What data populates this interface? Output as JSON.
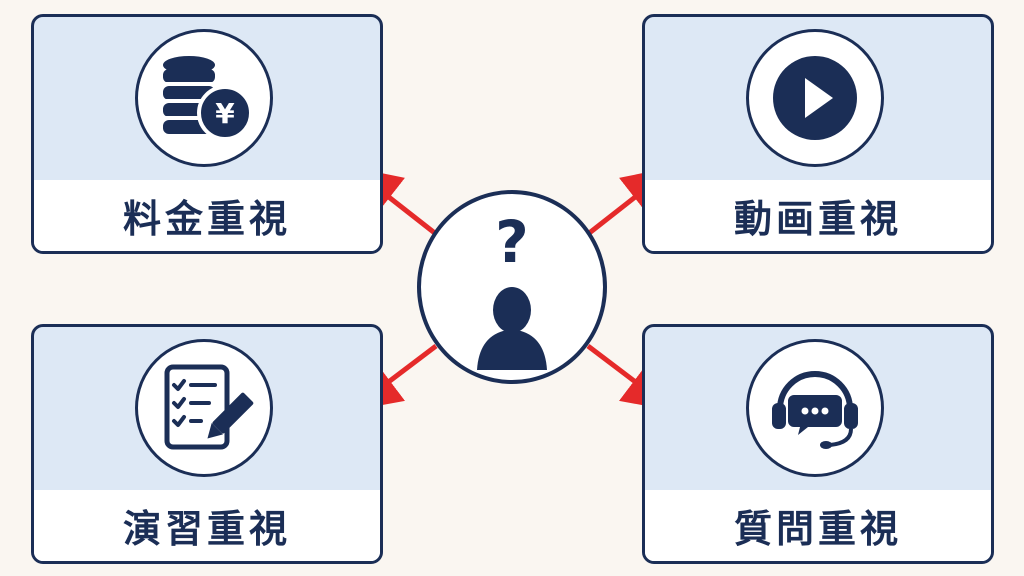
{
  "cards": [
    {
      "label": "料金重視",
      "icon": "coins-yen-icon"
    },
    {
      "label": "動画重視",
      "icon": "play-icon"
    },
    {
      "label": "演習重視",
      "icon": "checklist-pencil-icon"
    },
    {
      "label": "質問重視",
      "icon": "headset-chat-icon"
    }
  ],
  "center": {
    "question_mark": "?",
    "icon": "person-question-icon"
  },
  "yen_symbol": "¥",
  "colors": {
    "navy": "#1b2e56",
    "panel": "#dde8f5",
    "arrow": "#e52a2a",
    "background": "#faf6f1"
  }
}
